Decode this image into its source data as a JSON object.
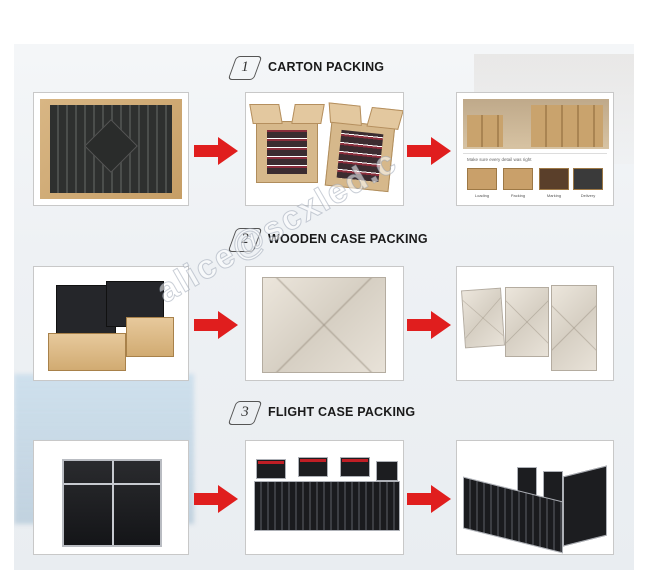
{
  "sections": [
    {
      "number": "1",
      "title": "CARTON PACKING"
    },
    {
      "number": "2",
      "title": "WOODEN CASE PACKING"
    },
    {
      "number": "3",
      "title": "FLIGHT CASE PACKING"
    }
  ],
  "watermark": "alice@scxled.c",
  "carton_steps_note": "Make sure every detail was right",
  "carton_steps": [
    "Loading",
    "Packing",
    "Marking",
    "Delivery"
  ],
  "colors": {
    "arrow": "#e01e1e",
    "frame_border": "#c8c8c8",
    "background": "#eef1f4"
  },
  "icons": [
    "right-arrow-icon"
  ]
}
